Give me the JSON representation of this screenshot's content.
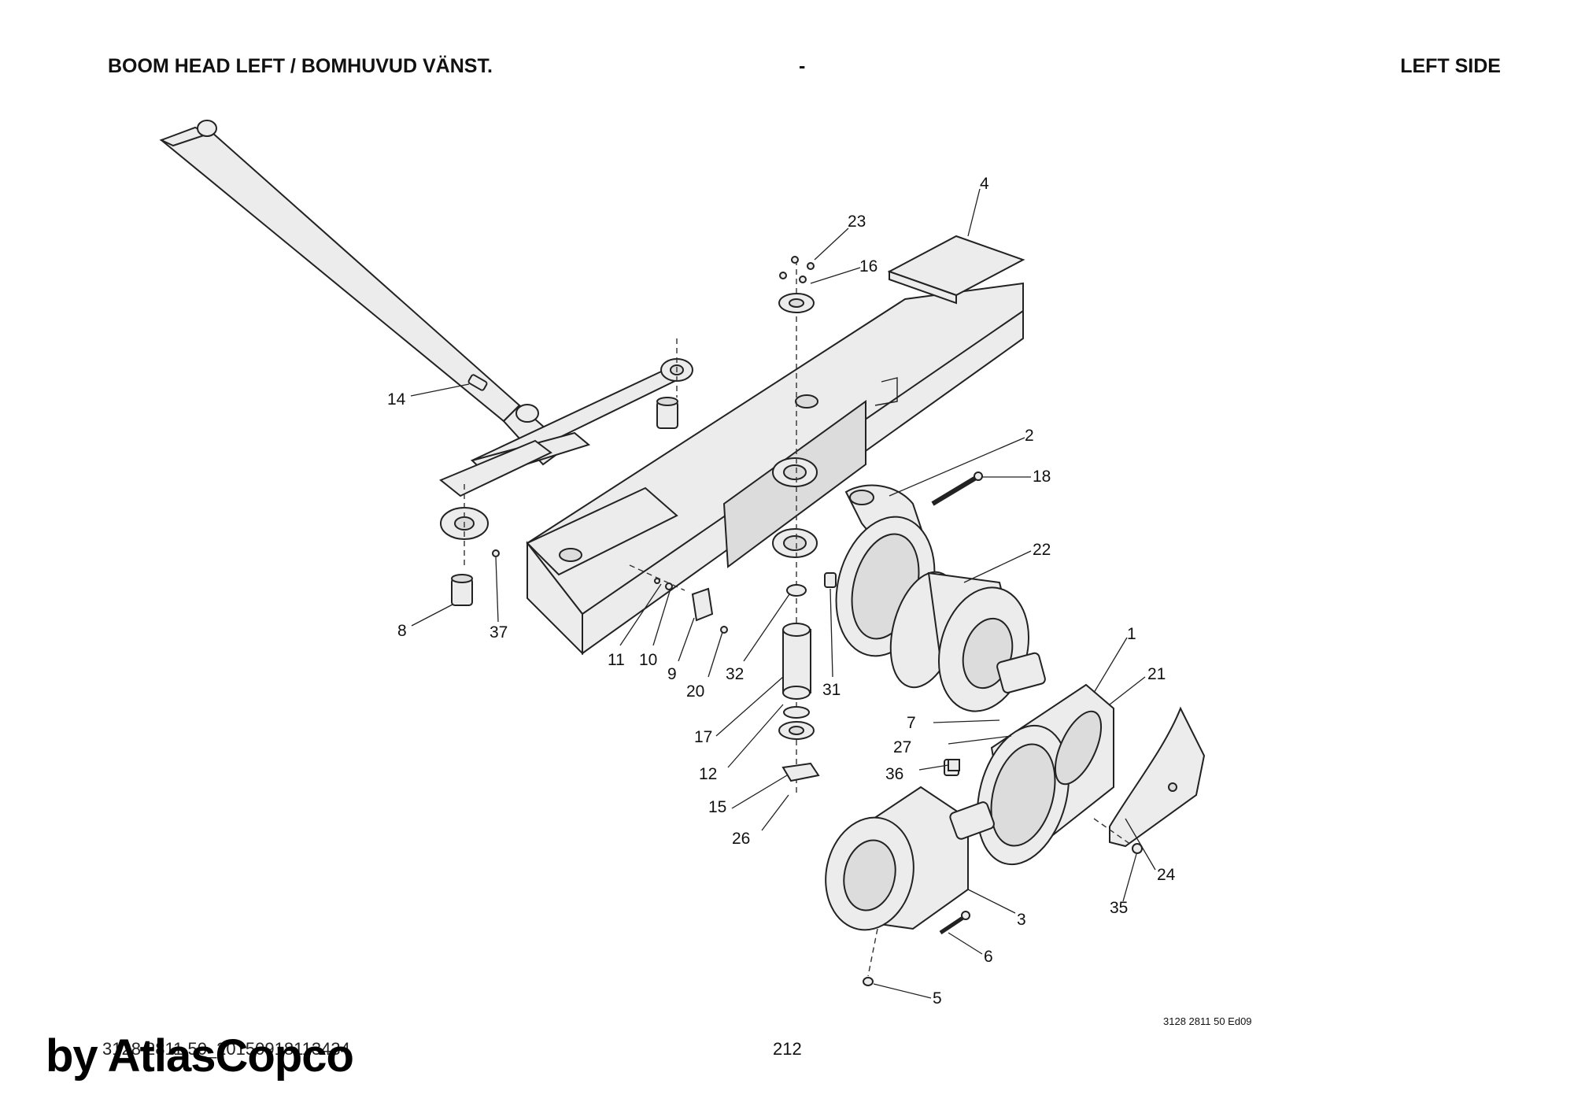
{
  "header": {
    "title_left": "BOOM HEAD LEFT / BOMHUVUD VÄNST.",
    "title_mid": "-",
    "title_right": "LEFT SIDE"
  },
  "callouts": [
    "1",
    "2",
    "3",
    "4",
    "5",
    "6",
    "7",
    "8",
    "9",
    "10",
    "11",
    "12",
    "14",
    "15",
    "16",
    "17",
    "18",
    "20",
    "21",
    "22",
    "23",
    "24",
    "26",
    "27",
    "31",
    "32",
    "35",
    "36",
    "37"
  ],
  "footer": {
    "drawing_ref": "3128 2811 50 Ed09",
    "doc_id": "3128 2811 50_20150918113434",
    "page_number": "212",
    "brand": "by AtlasCopco"
  }
}
